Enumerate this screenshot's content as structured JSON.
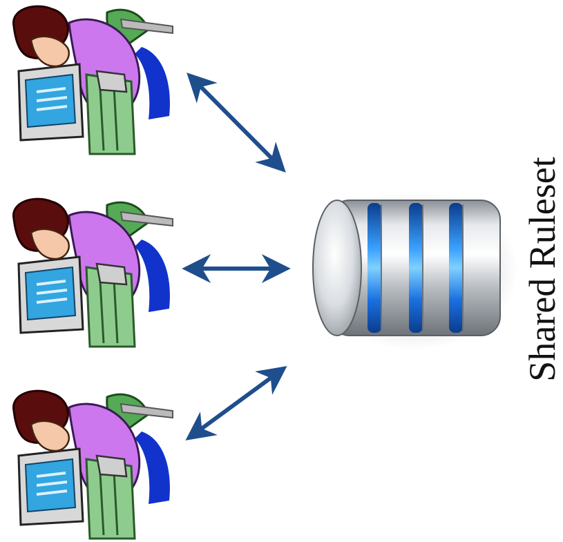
{
  "label": "Shared Ruleset",
  "colors": {
    "arrow": "#1f4e8c",
    "hair": "#5a0d0d",
    "skin": "#f4c8a8",
    "shirt": "#cc77ee",
    "chair": "#1133cc",
    "monitor_frame": "#d8d8d8",
    "monitor_screen": "#33a5e0",
    "keyboard": "#cfcfcf",
    "desk": "#8ecc8e",
    "lamp": "#55aa55",
    "db_metal": "#9aa1a8",
    "db_ring": "#1a7cff"
  },
  "users": [
    {
      "name": "user-top"
    },
    {
      "name": "user-middle"
    },
    {
      "name": "user-bottom"
    }
  ],
  "arrows": [
    {
      "name": "arrow-top",
      "direction": "bidirectional"
    },
    {
      "name": "arrow-middle",
      "direction": "bidirectional"
    },
    {
      "name": "arrow-bottom",
      "direction": "bidirectional"
    }
  ],
  "database": {
    "name": "database-cylinder",
    "rings": 3
  }
}
